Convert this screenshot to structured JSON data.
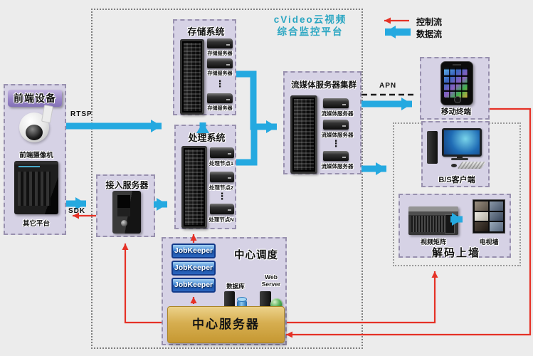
{
  "platform_title": {
    "line1": "cVideo云视频",
    "line2": "综合监控平台"
  },
  "legend": {
    "control_label": "控制流",
    "data_label": "数据流"
  },
  "flow_labels": {
    "rtsp": "RTSP",
    "sdk": "SDK",
    "apn": "APN"
  },
  "frontend": {
    "title": "前端设备",
    "camera_label": "前端摄像机",
    "other_label": "其它平台"
  },
  "access": {
    "title": "接入服务器"
  },
  "storage": {
    "title": "存储系统",
    "servers": [
      "存储服务器",
      "存储服务器",
      "存储服务器"
    ],
    "ellipsis": "⋮"
  },
  "processing": {
    "title": "处理系统",
    "nodes": [
      "处理节点1",
      "处理节点2",
      "处理节点N"
    ],
    "ellipsis": "⋮"
  },
  "streaming": {
    "title": "流媒体服务器集群",
    "servers": [
      "流媒体服务器",
      "流媒体服务器",
      "流媒体服务器"
    ],
    "ellipsis": "⋮"
  },
  "mobile": {
    "label": "移动终端"
  },
  "bs_client": {
    "label": "B/S客户端"
  },
  "decode": {
    "title": "解码上墙",
    "matrix_label": "视频矩阵",
    "tvwall_label": "电视墙"
  },
  "scheduler": {
    "title": "中心调度",
    "jobkeepers": [
      "JobKeeper",
      "JobKeeper",
      "JobKeeper"
    ],
    "db_label": "数据库",
    "web_label_line1": "Web",
    "web_label_line2": "Server",
    "center_server": "中心服务器"
  },
  "colors": {
    "data_flow": "#25a9e0",
    "control_flow": "#e53126",
    "platform_title": "#2aa6c2",
    "panel_bg": "#d6d2e5",
    "center_server_gold": "#d6ae50"
  }
}
